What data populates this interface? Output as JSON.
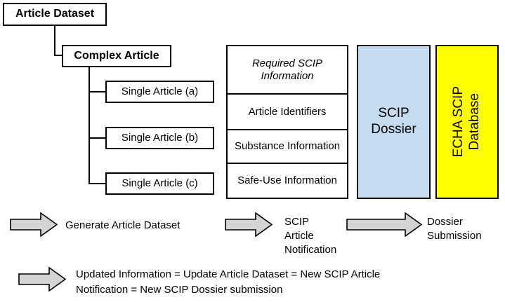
{
  "diagram": {
    "tree": {
      "root": {
        "label": "Article Dataset"
      },
      "complex": {
        "label": "Complex Article"
      },
      "singles": [
        {
          "label": "Single Article (a)"
        },
        {
          "label": "Single Article (b)"
        },
        {
          "label": "Single Article (c)"
        }
      ]
    },
    "scip_table": {
      "header": "Required SCIP\nInformation",
      "rows": [
        {
          "label": "Article Identifiers"
        },
        {
          "label": "Substance\nInformation"
        },
        {
          "label": "Safe-Use\nInformation"
        }
      ]
    },
    "blocks": [
      {
        "label": "SCIP\nDossier",
        "color": "#c5dcf0",
        "orientation": "horizontal"
      },
      {
        "label": "ECHA SCIP\nDatabase",
        "color": "#ffff00",
        "orientation": "vertical"
      }
    ],
    "arrows": [
      {
        "label": "Generate Article Dataset",
        "fill": "#d4d4d4"
      },
      {
        "label": "SCIP\nArticle\nNotification",
        "fill": "#d4d4d4"
      },
      {
        "label": "Dossier\nSubmission",
        "fill": "#d4d4d4"
      }
    ],
    "footer": {
      "arrow_fill": "#d4d4d4",
      "text": "Updated Information = Update Article Dataset = New SCIP Article\nNotification = New SCIP Dossier submission"
    }
  }
}
